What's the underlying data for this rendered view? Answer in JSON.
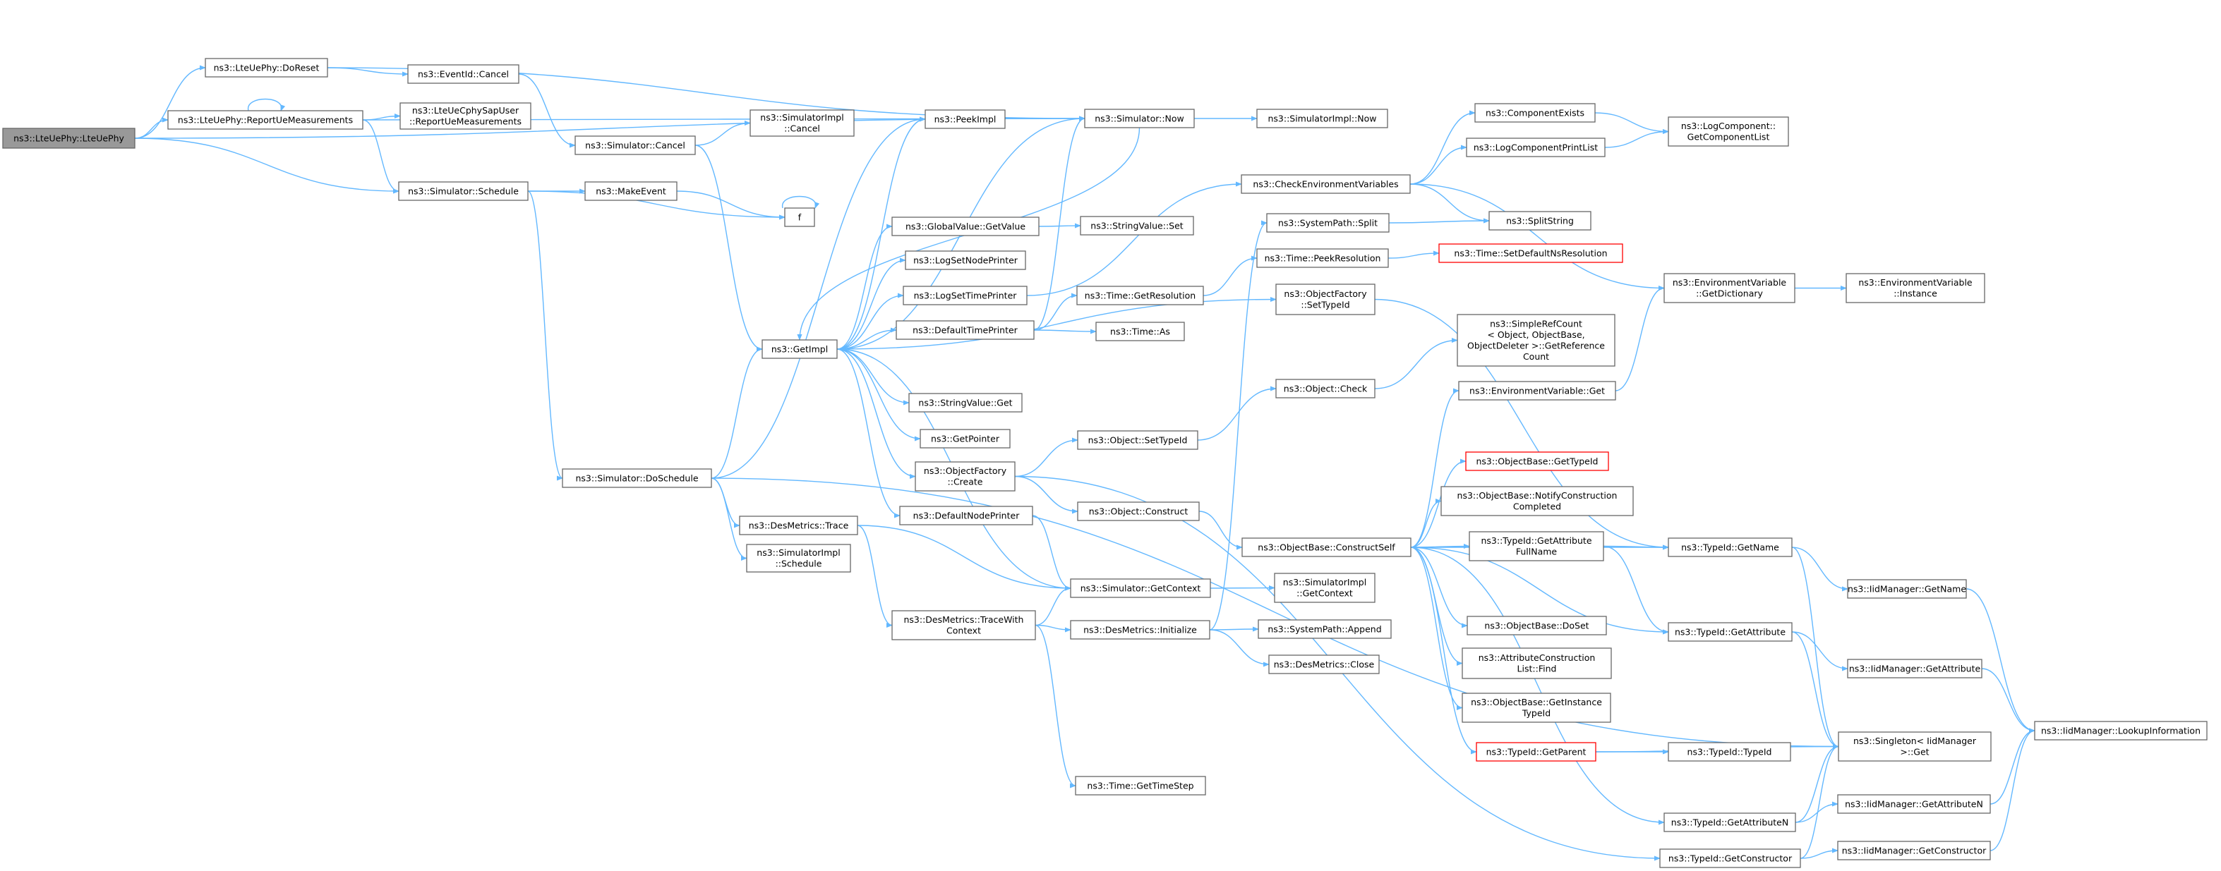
{
  "colors": {
    "edge": "#63b8ff",
    "node_border": "#666666",
    "root_fill": "#999999",
    "red_border": "#ff0000",
    "background": "#ffffff"
  },
  "nodes": [
    {
      "id": "root",
      "lines": [
        "ns3::LteUePhy::LteUePhy"
      ],
      "kind": "root"
    },
    {
      "id": "doreset",
      "lines": [
        "ns3::LteUePhy::DoReset"
      ]
    },
    {
      "id": "report",
      "lines": [
        "ns3::LteUePhy::ReportUeMeasurements"
      ]
    },
    {
      "id": "cphy",
      "lines": [
        "ns3::LteUeCphySapUser",
        "::ReportUeMeasurements"
      ]
    },
    {
      "id": "eventcancel",
      "lines": [
        "ns3::EventId::Cancel"
      ]
    },
    {
      "id": "simcancel",
      "lines": [
        "ns3::Simulator::Cancel"
      ]
    },
    {
      "id": "simimplcancel",
      "lines": [
        "ns3::SimulatorImpl",
        "::Cancel"
      ]
    },
    {
      "id": "peekimpl",
      "lines": [
        "ns3::PeekImpl"
      ]
    },
    {
      "id": "simnow",
      "lines": [
        "ns3::Simulator::Now"
      ]
    },
    {
      "id": "simimplnow",
      "lines": [
        "ns3::SimulatorImpl::Now"
      ]
    },
    {
      "id": "simschedule",
      "lines": [
        "ns3::Simulator::Schedule"
      ]
    },
    {
      "id": "makeevent",
      "lines": [
        "ns3::MakeEvent"
      ]
    },
    {
      "id": "f",
      "lines": [
        "f"
      ]
    },
    {
      "id": "globalvalue",
      "lines": [
        "ns3::GlobalValue::GetValue"
      ]
    },
    {
      "id": "stringvalueset",
      "lines": [
        "ns3::StringValue::Set"
      ]
    },
    {
      "id": "lognodeprinter",
      "lines": [
        "ns3::LogSetNodePrinter"
      ]
    },
    {
      "id": "logtimeprinter",
      "lines": [
        "ns3::LogSetTimePrinter"
      ]
    },
    {
      "id": "defaulttimeprinter",
      "lines": [
        "ns3::DefaultTimePrinter"
      ]
    },
    {
      "id": "getresolution",
      "lines": [
        "ns3::Time::GetResolution"
      ]
    },
    {
      "id": "timeas",
      "lines": [
        "ns3::Time::As"
      ]
    },
    {
      "id": "getimpl",
      "lines": [
        "ns3::GetImpl"
      ]
    },
    {
      "id": "stringvalueget",
      "lines": [
        "ns3::StringValue::Get"
      ]
    },
    {
      "id": "getpointer",
      "lines": [
        "ns3::GetPointer"
      ]
    },
    {
      "id": "ofcreate",
      "lines": [
        "ns3::ObjectFactory",
        "::Create"
      ]
    },
    {
      "id": "defaultnodeprinter",
      "lines": [
        "ns3::DefaultNodePrinter"
      ]
    },
    {
      "id": "objsettypeid",
      "lines": [
        "ns3::Object::SetTypeId"
      ]
    },
    {
      "id": "objconstruct",
      "lines": [
        "ns3::Object::Construct"
      ]
    },
    {
      "id": "doschedule",
      "lines": [
        "ns3::Simulator::DoSchedule"
      ]
    },
    {
      "id": "destrace",
      "lines": [
        "ns3::DesMetrics::Trace"
      ]
    },
    {
      "id": "simimplschedule",
      "lines": [
        "ns3::SimulatorImpl",
        "::Schedule"
      ]
    },
    {
      "id": "destracewith",
      "lines": [
        "ns3::DesMetrics::TraceWith",
        "Context"
      ]
    },
    {
      "id": "simgetcontext",
      "lines": [
        "ns3::Simulator::GetContext"
      ]
    },
    {
      "id": "desinit",
      "lines": [
        "ns3::DesMetrics::Initialize"
      ]
    },
    {
      "id": "gettimestep",
      "lines": [
        "ns3::Time::GetTimeStep"
      ]
    },
    {
      "id": "checkenv",
      "lines": [
        "ns3::CheckEnvironmentVariables"
      ]
    },
    {
      "id": "compexists",
      "lines": [
        "ns3::ComponentExists"
      ]
    },
    {
      "id": "logcompprint",
      "lines": [
        "ns3::LogComponentPrintList"
      ]
    },
    {
      "id": "logcompget",
      "lines": [
        "ns3::LogComponent::",
        "GetComponentList"
      ]
    },
    {
      "id": "splitstring",
      "lines": [
        "ns3::SplitString"
      ]
    },
    {
      "id": "syspathsplit",
      "lines": [
        "ns3::SystemPath::Split"
      ]
    },
    {
      "id": "peekres",
      "lines": [
        "ns3::Time::PeekResolution"
      ]
    },
    {
      "id": "setdefaultns",
      "lines": [
        "ns3::Time::SetDefaultNsResolution"
      ],
      "kind": "red"
    },
    {
      "id": "ofsettypeid",
      "lines": [
        "ns3::ObjectFactory",
        "::SetTypeId"
      ]
    },
    {
      "id": "envgetdict",
      "lines": [
        "ns3::EnvironmentVariable",
        "::GetDictionary"
      ]
    },
    {
      "id": "envinstance",
      "lines": [
        "ns3::EnvironmentVariable",
        "::Instance"
      ]
    },
    {
      "id": "simplerefcount",
      "lines": [
        "ns3::SimpleRefCount",
        "< Object, ObjectBase,",
        "ObjectDeleter >::GetReference",
        "Count"
      ]
    },
    {
      "id": "objcheck",
      "lines": [
        "ns3::Object::Check"
      ]
    },
    {
      "id": "envget",
      "lines": [
        "ns3::EnvironmentVariable::Get"
      ]
    },
    {
      "id": "objbasegettypeid",
      "lines": [
        "ns3::ObjectBase::GetTypeId"
      ],
      "kind": "red"
    },
    {
      "id": "notifyconstruction",
      "lines": [
        "ns3::ObjectBase::NotifyConstruction",
        "Completed"
      ]
    },
    {
      "id": "constructself",
      "lines": [
        "ns3::ObjectBase::ConstructSelf"
      ]
    },
    {
      "id": "getattrfullname",
      "lines": [
        "ns3::TypeId::GetAttribute",
        "FullName"
      ]
    },
    {
      "id": "typeidgetname",
      "lines": [
        "ns3::TypeId::GetName"
      ]
    },
    {
      "id": "iidgetname",
      "lines": [
        "ns3::IidManager::GetName"
      ]
    },
    {
      "id": "simimplgetcontext",
      "lines": [
        "ns3::SimulatorImpl",
        "::GetContext"
      ]
    },
    {
      "id": "syspathappend",
      "lines": [
        "ns3::SystemPath::Append"
      ]
    },
    {
      "id": "desclose",
      "lines": [
        "ns3::DesMetrics::Close"
      ]
    },
    {
      "id": "objbasedoset",
      "lines": [
        "ns3::ObjectBase::DoSet"
      ]
    },
    {
      "id": "attrconstfind",
      "lines": [
        "ns3::AttributeConstruction",
        "List::Find"
      ]
    },
    {
      "id": "getinstancetypeid",
      "lines": [
        "ns3::ObjectBase::GetInstance",
        "TypeId"
      ]
    },
    {
      "id": "typeidgetparent",
      "lines": [
        "ns3::TypeId::GetParent"
      ],
      "kind": "red"
    },
    {
      "id": "typeidtypeid",
      "lines": [
        "ns3::TypeId::TypeId"
      ]
    },
    {
      "id": "typeidgetattr",
      "lines": [
        "ns3::TypeId::GetAttribute"
      ]
    },
    {
      "id": "iidgetattr",
      "lines": [
        "ns3::IidManager::GetAttribute"
      ]
    },
    {
      "id": "singletonget",
      "lines": [
        "ns3::Singleton< IidManager",
        ">::Get"
      ]
    },
    {
      "id": "lookupinfo",
      "lines": [
        "ns3::IidManager::LookupInformation"
      ]
    },
    {
      "id": "typeidgetattrn",
      "lines": [
        "ns3::TypeId::GetAttributeN"
      ]
    },
    {
      "id": "iidgetattrn",
      "lines": [
        "ns3::IidManager::GetAttributeN"
      ]
    },
    {
      "id": "typeidgetctor",
      "lines": [
        "ns3::TypeId::GetConstructor"
      ]
    },
    {
      "id": "iidgetctor",
      "lines": [
        "ns3::IidManager::GetConstructor"
      ]
    }
  ]
}
